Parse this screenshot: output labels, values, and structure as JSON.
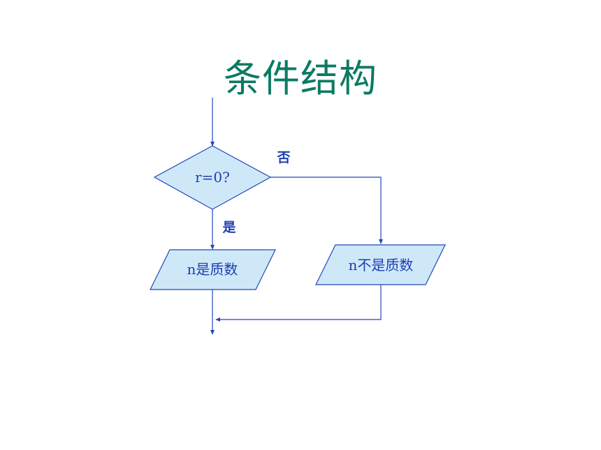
{
  "slide": {
    "title": "条件结构"
  },
  "flowchart": {
    "decision": {
      "label": "r=0?"
    },
    "yes_branch": {
      "label": "是",
      "output": "n是质数"
    },
    "no_branch": {
      "label": "否",
      "output": "n不是质数"
    },
    "colors": {
      "title": "#0b7a63",
      "shape_fill": "#cfe8f8",
      "stroke": "#2346b8",
      "text": "#1d3fb0"
    }
  }
}
